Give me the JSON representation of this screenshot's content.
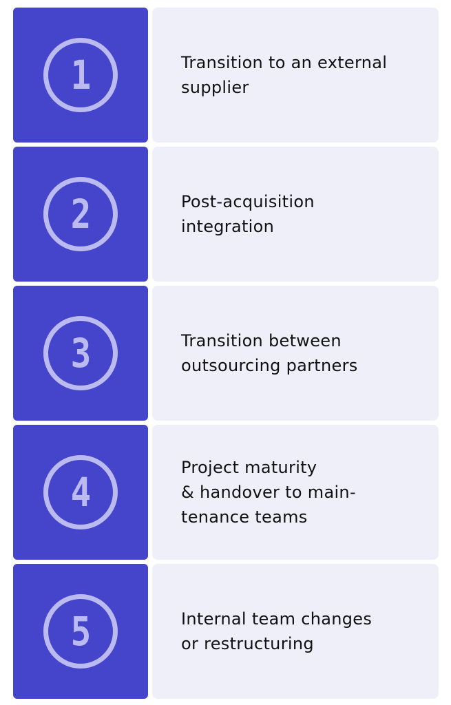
{
  "colors": {
    "number_tile_bg": "#4545cc",
    "number_accent": "#bbbbf2",
    "text_tile_bg": "#efeff9",
    "text_color": "#111111"
  },
  "items": [
    {
      "number": "1",
      "icon": "number-circle-1",
      "label": "Transition to an external\nsupplier"
    },
    {
      "number": "2",
      "icon": "number-circle-2",
      "label": "Post-acquisition\nintegration"
    },
    {
      "number": "3",
      "icon": "number-circle-3",
      "label": "Transition between\noutsourcing partners"
    },
    {
      "number": "4",
      "icon": "number-circle-4",
      "label": "Project maturity\n& handover to main-\ntenance teams"
    },
    {
      "number": "5",
      "icon": "number-circle-5",
      "label": "Internal team changes\nor restructuring"
    }
  ]
}
